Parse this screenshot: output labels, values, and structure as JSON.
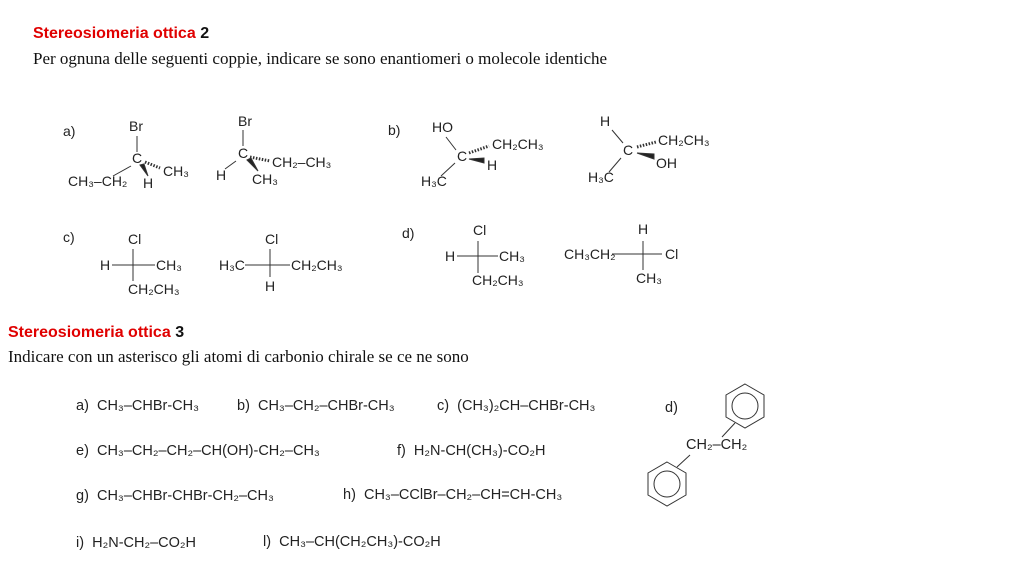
{
  "section2": {
    "title": "Stereosiomeria ottica",
    "number": "2",
    "instruction": "Per ognuna delle seguenti coppie, indicare se sono enantiomeri o molecole identiche",
    "pairs": {
      "a": {
        "label": "a)",
        "m1": {
          "top": "Br",
          "c": "C",
          "left": "CH₃–CH₂",
          "wedge": "H",
          "hash": "CH₃"
        },
        "m2": {
          "top": "Br",
          "c": "C",
          "left": "H",
          "wedge": "CH₃",
          "hash": "CH₂–CH₃"
        }
      },
      "b": {
        "label": "b)",
        "m1": {
          "top": "HO",
          "c": "C",
          "left": "H₃C",
          "wedge": "H",
          "hash": "CH₂CH₃"
        },
        "m2": {
          "top": "H",
          "c": "C",
          "left": "H₃C",
          "wedge": "OH",
          "hash": "CH₂CH₃"
        }
      },
      "c": {
        "label": "c)",
        "m1": {
          "top": "Cl",
          "left": "H",
          "right": "CH₃",
          "bottom": "CH₂CH₃"
        },
        "m2": {
          "top": "Cl",
          "left": "H₃C",
          "right": "CH₂CH₃",
          "bottom": "H"
        }
      },
      "d": {
        "label": "d)",
        "m1": {
          "top": "Cl",
          "left": "H",
          "right": "CH₃",
          "bottom": "CH₂CH₃"
        },
        "m2": {
          "top": "H",
          "left": "CH₃CH₂",
          "right": "Cl",
          "bottom": "CH₃"
        }
      }
    }
  },
  "section3": {
    "title": "Stereosiomeria ottica",
    "number": "3",
    "instruction": "Indicare con un asterisco gli atomi di carbonio chirale se ce ne sono",
    "items": [
      {
        "label": "a)",
        "formula": "CH₃–CHBr-CH₃"
      },
      {
        "label": "b)",
        "formula": "CH₃–CH₂–CHBr-CH₃"
      },
      {
        "label": "c)",
        "formula": "(CH₃)₂CH–CHBr-CH₃"
      },
      {
        "label": "d)",
        "formula": "CH₂–CH₂"
      },
      {
        "label": "e)",
        "formula": "CH₃–CH₂–CH₂–CH(OH)-CH₂–CH₃"
      },
      {
        "label": "f)",
        "formula": "H₂N-CH(CH₃)-CO₂H"
      },
      {
        "label": "g)",
        "formula": "CH₃–CHBr-CHBr-CH₂–CH₃"
      },
      {
        "label": "h)",
        "formula": "CH₃–CClBr–CH₂–CH=CH-CH₃"
      },
      {
        "label": "i)",
        "formula": "H₂N-CH₂–CO₂H"
      },
      {
        "label": "l)",
        "formula": "CH₃–CH(CH₂CH₃)-CO₂H"
      }
    ]
  }
}
